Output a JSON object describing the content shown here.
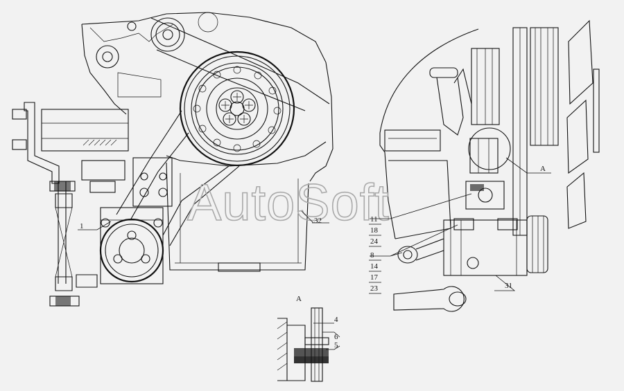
{
  "watermark": "AutoSoft",
  "view_label": "A",
  "detail_title": "A",
  "callouts": {
    "c1": "1",
    "c32": "32",
    "c11": "11",
    "c18": "18",
    "c24": "24",
    "c8": "8",
    "c14": "14",
    "c17": "17",
    "c23": "23",
    "c31": "31",
    "c4": "4",
    "c6": "6",
    "c5": "5"
  }
}
